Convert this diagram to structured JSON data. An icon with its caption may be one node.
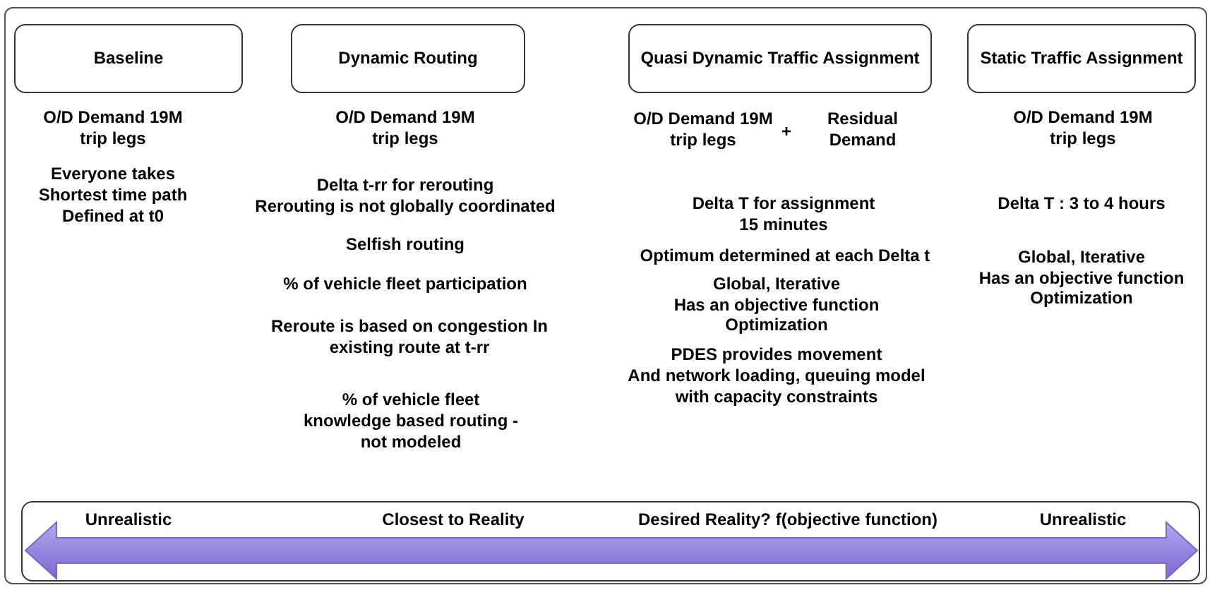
{
  "diagram": {
    "nodes": [
      {
        "text": [
          "Baseline"
        ]
      },
      {
        "text": [
          "Dynamic Routing"
        ]
      },
      {
        "text": [
          "Quasi Dynamic Traffic Assignment"
        ]
      },
      {
        "text": [
          "Static Traffic Assignment"
        ]
      },
      {
        "text": [
          "Unrealistic",
          "Closest to Reality",
          "Desired Reality? f(objective function)",
          "Unrealistic"
        ]
      }
    ],
    "labels": [
      "O/D Demand 19M trip legs",
      "Everyone takes Shortest time path Defined at t0",
      "O/D Demand 19M trip legs",
      "Delta t-rr for rerouting",
      "Rerouting is not globally coordinated",
      "Selfish routing",
      "% of vehicle fleet participation",
      "Reroute is based on congestion In existing route at t-rr",
      "% of vehicle fleet knowledge based routing - not modeled",
      "O/D Demand 19M trip legs",
      "+",
      "Residual Demand",
      "Delta T for assignment",
      "15 minutes",
      "Optimum determined at each Delta t",
      "Global, Iterative",
      "Has an objective function",
      "Optimization",
      "PDES provides movement",
      "And network loading, queuing model with capacity constraints",
      "O/D Demand 19M trip legs",
      "Delta T : 3 to 4 hours",
      "Global, Iterative",
      "Has an objective function",
      "Optimization"
    ]
  }
}
